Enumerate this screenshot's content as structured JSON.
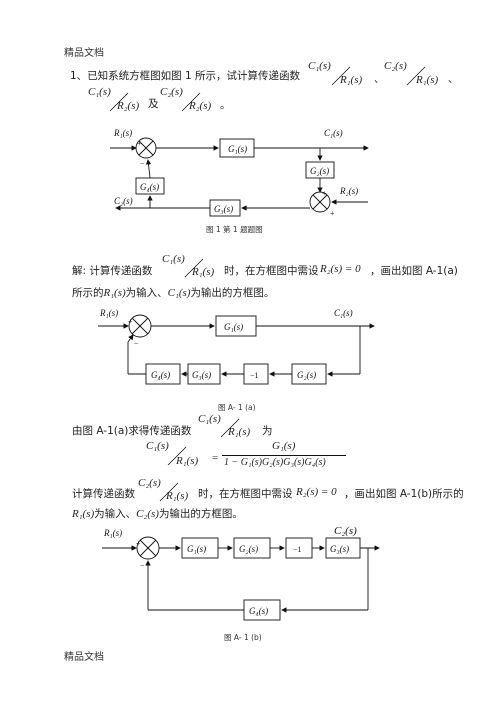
{
  "header": "精品文档",
  "footer": "精品文档",
  "problem": {
    "number": "1、",
    "text1": "已知系统方框图如图 1 所示，试计算传递函数",
    "f1n": "C₁(s)",
    "f1d": "R₁(s)",
    "sep": "、",
    "f2n": "C₂(s)",
    "f2d": "R₁(s)",
    "sep2": "、",
    "f3n": "C₁(s)",
    "f3d": "R₂(s)",
    "and": "及",
    "f4n": "C₂(s)",
    "f4d": "R₂(s)",
    "end": "。"
  },
  "fig1": {
    "caption": "图 1  第 1 题题图",
    "labels": {
      "r1": "R₁(s)",
      "c1": "C₁(s)",
      "c2": "C₂(s)",
      "r2": "R₂(s)",
      "g1": "G₁(s)",
      "g2": "G₂(s)",
      "g3": "G₃(s)",
      "g4": "G₄(s)"
    }
  },
  "solution1": {
    "prefix": "解:  计算传递函数",
    "fn": "C₁(s)",
    "fd": "R₁(s)",
    "mid": "时，在方框图中需设",
    "cond": "R₂(s) = 0",
    "tail": "，画出如图 A-1(a)",
    "line2a": "所示的",
    "in": "R₁(s)",
    "line2b": "为输入、",
    "out": "C₁(s)",
    "line2c": "为输出的方框图。"
  },
  "figA": {
    "caption": "图 A- 1 (a)",
    "labels": {
      "r1": "R₁(s)",
      "c1": "C₁(s)",
      "g1": "G₁(s)",
      "g2": "G₂(s)",
      "g3": "G₃(s)",
      "g4": "G₄(s)",
      "neg": "−1"
    }
  },
  "derive": {
    "prefix": "由图 A-1(a)求得传递函数",
    "fn": "C₁(s)",
    "fd": "R₁(s)",
    "suffix": "为",
    "lhsn": "C₁(s)",
    "lhsd": "R₁(s)",
    "eq": "=",
    "num": "G₁(s)",
    "den": "1 − G₁(s)G₂(s)G₃(s)G₄(s)"
  },
  "solution2": {
    "prefix": "计算传递函数",
    "fn": "C₂(s)",
    "fd": "R₁(s)",
    "mid": "时，在方框图中需设",
    "cond": "R₂(s) = 0",
    "tail": "，画出如图 A-1(b)所示的",
    "in": "R₁(s)",
    "line2b": "为输入、",
    "out": "C₂(s)",
    "line2c": "为输出的方框图。"
  },
  "figB": {
    "caption": "图 A- 1 (b)",
    "labels": {
      "r1": "R₁(s)",
      "c2": "C₂(s)",
      "g1": "G₁(s)",
      "g2": "G₂(s)",
      "g3": "G₃(s)",
      "g4": "G₄(s)",
      "neg": "−1"
    }
  }
}
